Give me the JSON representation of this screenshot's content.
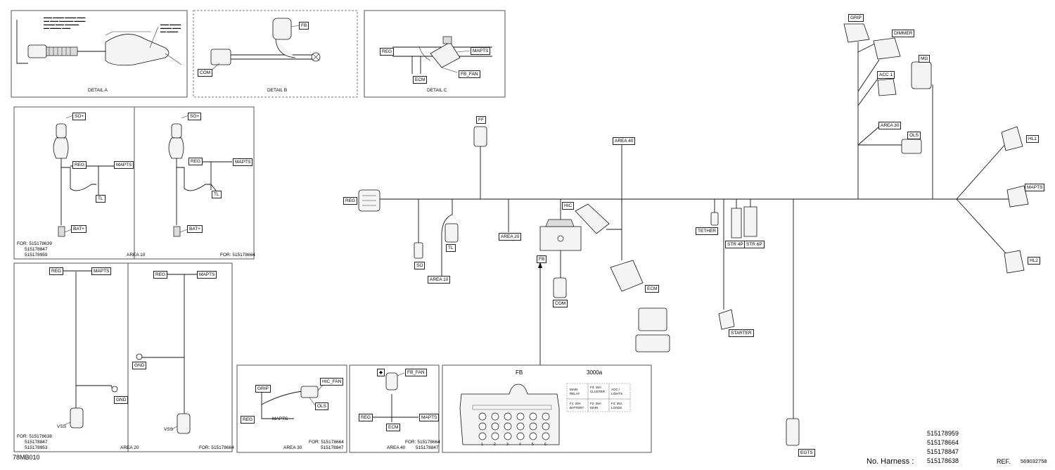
{
  "code": "78MB010",
  "panels": {
    "detail_a": "DETAIL A",
    "detail_b": "DETAIL B",
    "detail_c": "DETAIL C",
    "area10_title": "AREA 10",
    "area10_for_left": [
      "FOR: 515178639",
      "515178847",
      "515178959"
    ],
    "area10_for_right": "FOR: 515178664",
    "area20_title": "AREA 20",
    "area20_for_left": [
      "FOR: 515178638",
      "515178847",
      "515178953"
    ],
    "area20_for_right": "FOR: 515178664",
    "area30_title": "AREA 30",
    "area30_for": [
      "FOR: 515178664",
      "515178847"
    ],
    "area40_title": "AREA 40",
    "area40_for": [
      "FOR: 515178664",
      "515178847"
    ]
  },
  "labels": {
    "fb": "FB",
    "com": "COM",
    "reg": "REG",
    "mapts": "MAPTS",
    "ecm": "ECM",
    "fb_fan": "FB_FAN",
    "so": "SO+",
    "tl": "TL",
    "bat": "BAT+",
    "gnd": "GND",
    "vss": "VSS",
    "grip": "GRIP",
    "hic_fan": "HIC_FAN",
    "ols": "OLS",
    "dimmer": "DIMMER",
    "mg": "MG",
    "acc1": "ACC 1",
    "area30": "AREA 30",
    "hl1": "HL1",
    "hl2": "HL2",
    "ff": "FF",
    "area40": "AREA 40",
    "hic": "HIC",
    "area20": "AREA 20",
    "so_short": "SO",
    "area10": "AREA 10",
    "tether": "TETHER",
    "str4p": "STR 4P",
    "str6p": "STR 6P",
    "starter": "STARTER",
    "egts": "EGTS"
  },
  "fusebox": {
    "title": "FB",
    "code": "3000a",
    "cells": [
      "MAIN RELAY",
      "F3: 15A CLUSTER",
      "ACC / LIGHTS",
      "F1: 20A BATTERY",
      "F2: 25A MAIN",
      "F4: 25A LOADS"
    ],
    "pin_numbers": [
      "1",
      "2",
      "3",
      "4",
      "5",
      "6"
    ]
  },
  "harness": {
    "label": "No. Harness :",
    "numbers": [
      "515178959",
      "515178664",
      "515178847",
      "515178638"
    ],
    "ref_label": "REF.",
    "ref": "569032758"
  }
}
